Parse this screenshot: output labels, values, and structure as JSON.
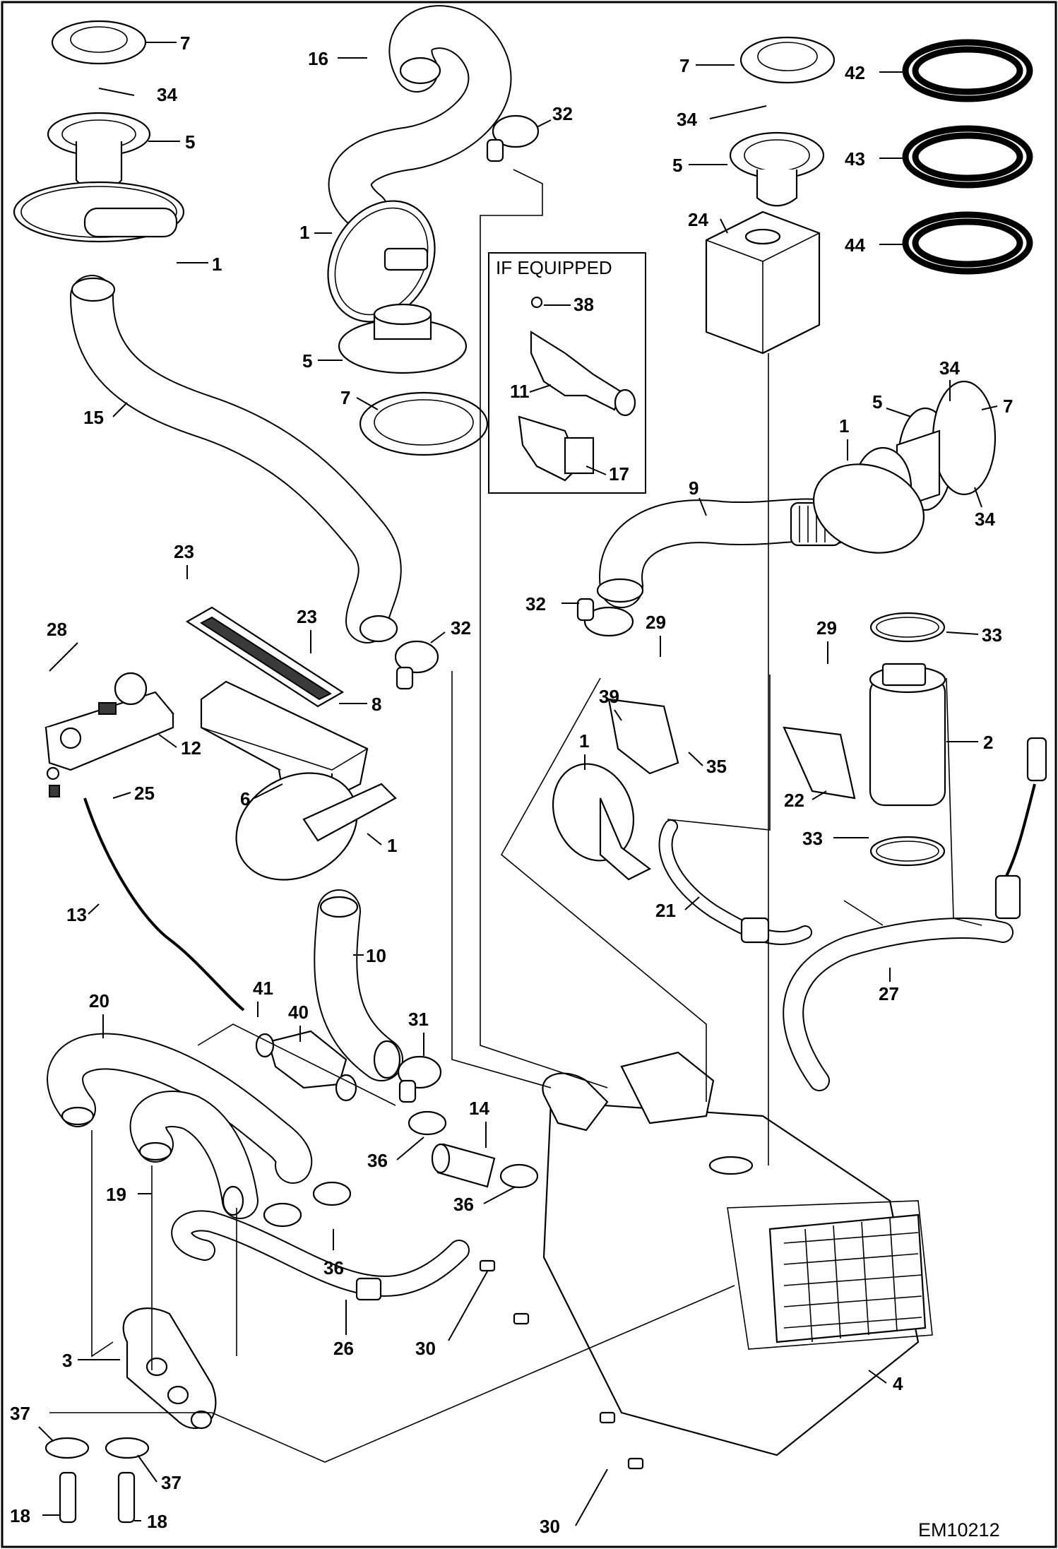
{
  "diagram": {
    "drawing_id": "EM10212",
    "if_equipped_title": "IF EQUIPPED",
    "callouts": [
      {
        "id": "c-7a",
        "text": "7"
      },
      {
        "id": "c-34a",
        "text": "34"
      },
      {
        "id": "c-5a",
        "text": "5"
      },
      {
        "id": "c-1a",
        "text": "1"
      },
      {
        "id": "c-15",
        "text": "15"
      },
      {
        "id": "c-16",
        "text": "16"
      },
      {
        "id": "c-32a",
        "text": "32"
      },
      {
        "id": "c-1b",
        "text": "1"
      },
      {
        "id": "c-5b",
        "text": "5"
      },
      {
        "id": "c-7b",
        "text": "7"
      },
      {
        "id": "c-38",
        "text": "38"
      },
      {
        "id": "c-11",
        "text": "11"
      },
      {
        "id": "c-17",
        "text": "17"
      },
      {
        "id": "c-7c",
        "text": "7"
      },
      {
        "id": "c-34b",
        "text": "34"
      },
      {
        "id": "c-5c",
        "text": "5"
      },
      {
        "id": "c-24",
        "text": "24"
      },
      {
        "id": "c-42",
        "text": "42"
      },
      {
        "id": "c-43",
        "text": "43"
      },
      {
        "id": "c-44",
        "text": "44"
      },
      {
        "id": "c-34c",
        "text": "34"
      },
      {
        "id": "c-5d",
        "text": "5"
      },
      {
        "id": "c-7d",
        "text": "7"
      },
      {
        "id": "c-1c",
        "text": "1"
      },
      {
        "id": "c-9",
        "text": "9"
      },
      {
        "id": "c-34d",
        "text": "34"
      },
      {
        "id": "c-23a",
        "text": "23"
      },
      {
        "id": "c-23b",
        "text": "23"
      },
      {
        "id": "c-32b",
        "text": "32"
      },
      {
        "id": "c-28",
        "text": "28"
      },
      {
        "id": "c-8",
        "text": "8"
      },
      {
        "id": "c-12",
        "text": "12"
      },
      {
        "id": "c-25",
        "text": "25"
      },
      {
        "id": "c-6",
        "text": "6"
      },
      {
        "id": "c-1d",
        "text": "1"
      },
      {
        "id": "c-32c",
        "text": "32"
      },
      {
        "id": "c-29a",
        "text": "29"
      },
      {
        "id": "c-39",
        "text": "39"
      },
      {
        "id": "c-35",
        "text": "35"
      },
      {
        "id": "c-1e",
        "text": "1"
      },
      {
        "id": "c-21",
        "text": "21"
      },
      {
        "id": "c-33a",
        "text": "33"
      },
      {
        "id": "c-29b",
        "text": "29"
      },
      {
        "id": "c-2",
        "text": "2"
      },
      {
        "id": "c-22",
        "text": "22"
      },
      {
        "id": "c-33b",
        "text": "33"
      },
      {
        "id": "c-13",
        "text": "13"
      },
      {
        "id": "c-10",
        "text": "10"
      },
      {
        "id": "c-27",
        "text": "27"
      },
      {
        "id": "c-20",
        "text": "20"
      },
      {
        "id": "c-41",
        "text": "41"
      },
      {
        "id": "c-40",
        "text": "40"
      },
      {
        "id": "c-31",
        "text": "31"
      },
      {
        "id": "c-14",
        "text": "14"
      },
      {
        "id": "c-36a",
        "text": "36"
      },
      {
        "id": "c-19",
        "text": "19"
      },
      {
        "id": "c-36b",
        "text": "36"
      },
      {
        "id": "c-36c",
        "text": "36"
      },
      {
        "id": "c-26",
        "text": "26"
      },
      {
        "id": "c-30a",
        "text": "30"
      },
      {
        "id": "c-3",
        "text": "3"
      },
      {
        "id": "c-4",
        "text": "4"
      },
      {
        "id": "c-37a",
        "text": "37"
      },
      {
        "id": "c-37b",
        "text": "37"
      },
      {
        "id": "c-18a",
        "text": "18"
      },
      {
        "id": "c-18b",
        "text": "18"
      },
      {
        "id": "c-30b",
        "text": "30"
      }
    ]
  }
}
